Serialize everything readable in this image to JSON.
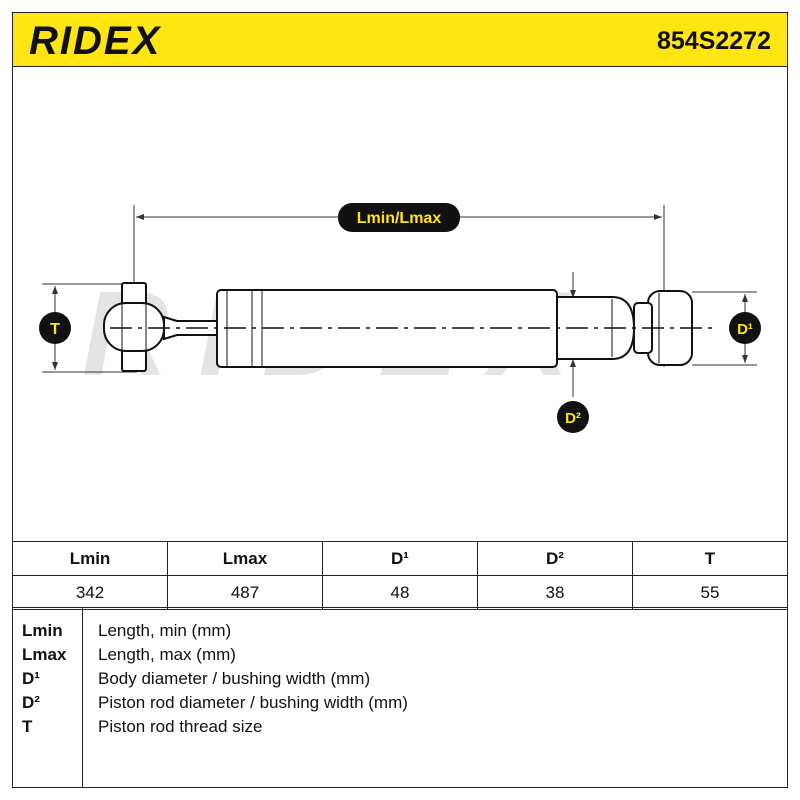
{
  "header": {
    "brand": "RIDEX",
    "part_number": "854S2272"
  },
  "diagram": {
    "watermark": "RIDEX",
    "dimension_labels": {
      "length": "Lmin/Lmax",
      "t": "T",
      "d1": "D¹",
      "d2": "D²"
    },
    "accent_color": "#ffe512"
  },
  "specs_table": {
    "headers": [
      "Lmin",
      "Lmax",
      "D¹",
      "D²",
      "T"
    ],
    "values": [
      "342",
      "487",
      "48",
      "38",
      "55"
    ]
  },
  "legend": [
    {
      "key": "Lmin",
      "desc": "Length, min (mm)"
    },
    {
      "key": "Lmax",
      "desc": "Length, max (mm)"
    },
    {
      "key": "D¹",
      "desc": "Body diameter / bushing width (mm)"
    },
    {
      "key": "D²",
      "desc": "Piston rod diameter / bushing width (mm)"
    },
    {
      "key": "T",
      "desc": "Piston rod thread size"
    }
  ]
}
